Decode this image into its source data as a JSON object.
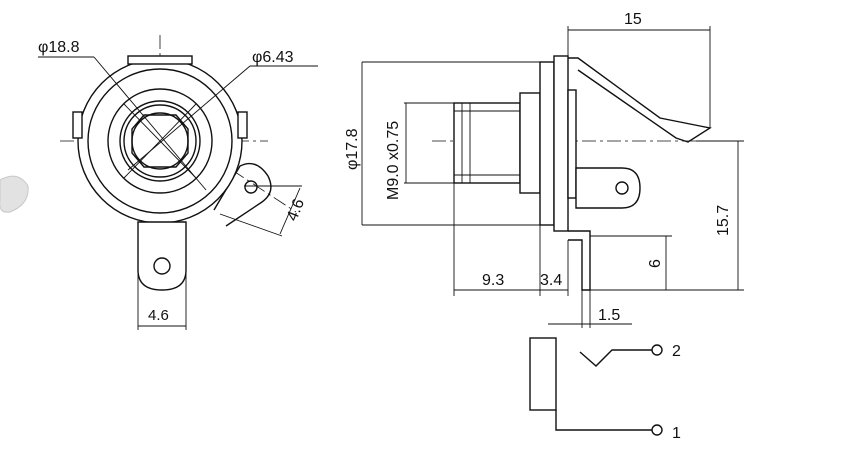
{
  "front_view": {
    "outer_diameter": "φ18.8",
    "inner_diameter": "φ6.43",
    "lug_offset": "4.6",
    "bottom_lug_width": "4.6"
  },
  "side_view": {
    "overall_length": "15",
    "body_diameter": "φ17.8",
    "thread": "M9.0 x0.75",
    "thread_length": "9.3",
    "flange_thickness": "3.4",
    "terminal_height": "15.7",
    "lower_terminal_height": "6",
    "terminal_thickness": "1.5"
  },
  "schematic": {
    "pin_2": "2",
    "pin_1": "1"
  }
}
